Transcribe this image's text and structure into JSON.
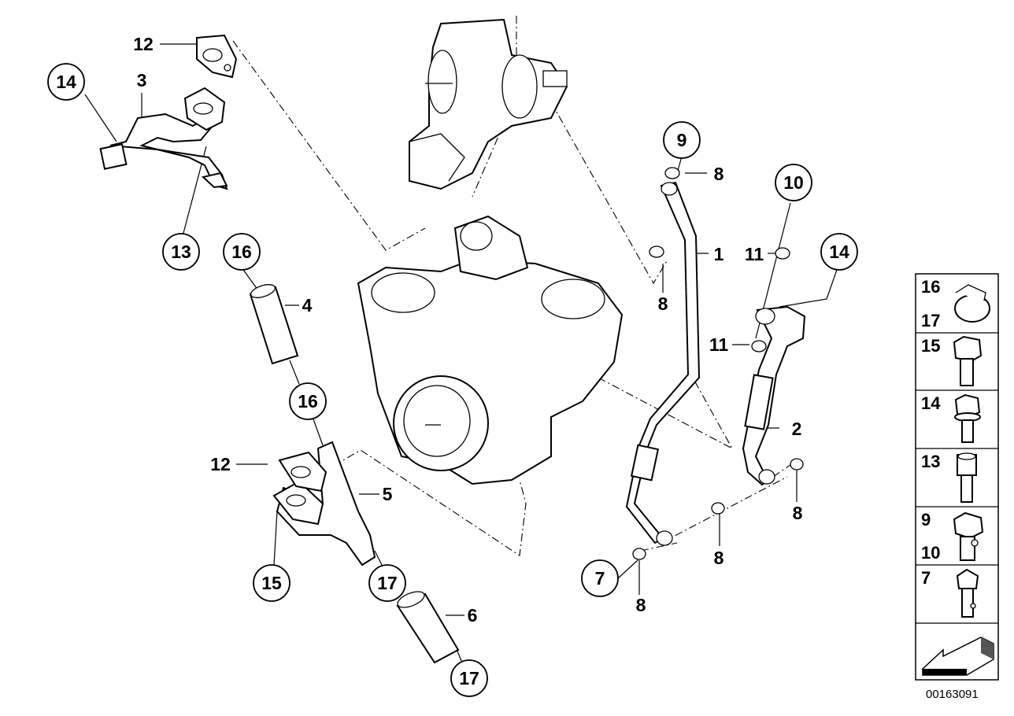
{
  "callouts": {
    "c14a": "14",
    "c13": "13",
    "c16a": "16",
    "c16b": "16",
    "c15": "15",
    "c17a": "17",
    "c17b": "17",
    "c9": "9",
    "c10": "10",
    "c14b": "14",
    "c7": "7"
  },
  "labels": {
    "l12a": "12",
    "l3": "3",
    "l4": "4",
    "l12b": "12",
    "l5": "5",
    "l6": "6",
    "l8a": "8",
    "l1": "1",
    "l11a": "11",
    "l8b": "8",
    "l11b": "11",
    "l2": "2",
    "l8c": "8",
    "l8d": "8",
    "l8e": "8"
  },
  "legend": {
    "items": [
      {
        "top": "16",
        "bottom": "17"
      },
      {
        "top": "15"
      },
      {
        "top": "14"
      },
      {
        "top": "13"
      },
      {
        "top": "9",
        "bottom": "10"
      },
      {
        "top": "7"
      }
    ]
  },
  "doc_number": "00163091"
}
